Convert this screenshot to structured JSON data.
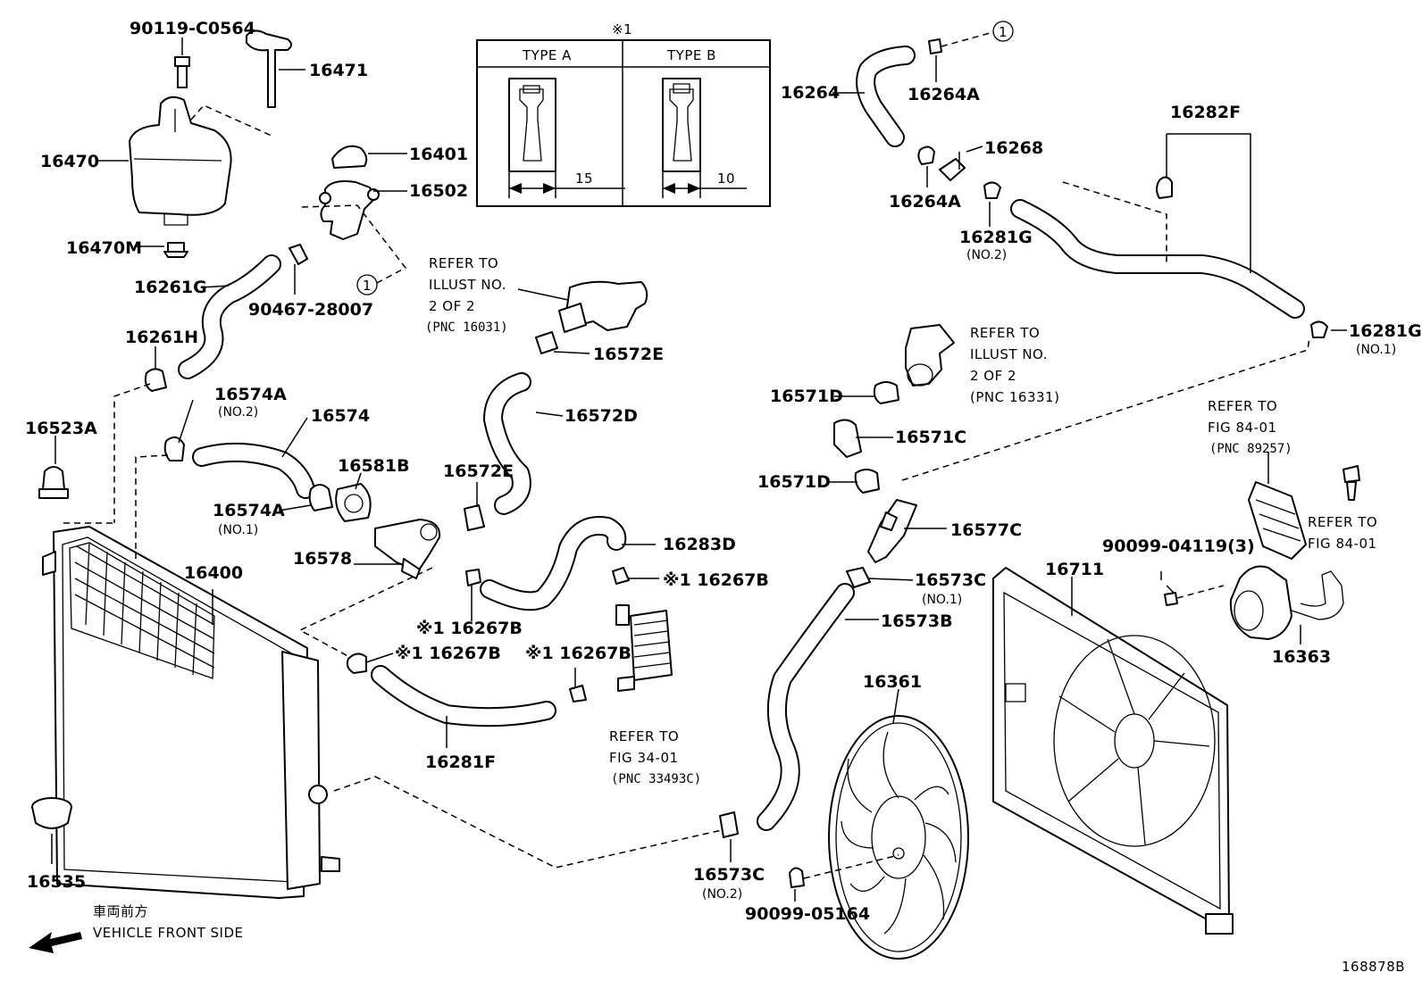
{
  "labels": {
    "p90119_C0564": "90119-C0564",
    "p16471": "16471",
    "p16470": "16470",
    "p16470M": "16470M",
    "p16401": "16401",
    "p16502": "16502",
    "p16261G": "16261G",
    "p90467_28007": "90467-28007",
    "p16261H": "16261H",
    "p16523A": "16523A",
    "p16574A_2": "16574A",
    "p16574A_2_sub": "(NO.2)",
    "p16574": "16574",
    "p16581B": "16581B",
    "p16574A_1": "16574A",
    "p16574A_1_sub": "(NO.1)",
    "p16578": "16578",
    "p16572E_top": "16572E",
    "p16572D": "16572D",
    "p16572E_mid": "16572E",
    "p16400": "16400",
    "p16283D": "16283D",
    "p16267B_a": "※1 16267B",
    "p16267B_b": "※1 16267B",
    "p16267B_c": "※1 16267B",
    "p16267B_d": "※1 16267B",
    "p16281F": "16281F",
    "p16535": "16535",
    "p16264": "16264",
    "p16264A_top": "16264A",
    "p16268": "16268",
    "p16264A_bot": "16264A",
    "p16281G_2": "16281G",
    "p16281G_2_sub": "(NO.2)",
    "p16282F": "16282F",
    "p16281G_1": "16281G",
    "p16281G_1_sub": "(NO.1)",
    "p16571D_top": "16571D",
    "p16571C": "16571C",
    "p16571D_bot": "16571D",
    "p16577C": "16577C",
    "p16573C_1": "16573C",
    "p16573C_1_sub": "(NO.1)",
    "p16573B": "16573B",
    "p16361": "16361",
    "p16711": "16711",
    "p90099_04119": "90099-04119(3)",
    "p16363": "16363",
    "p16573C_2": "16573C",
    "p16573C_2_sub": "(NO.2)",
    "p90099_05164": "90099-05164"
  },
  "notes": {
    "refer_16031": [
      "REFER TO",
      "ILLUST NO.",
      "2 OF 2",
      "(PNC 16031)"
    ],
    "refer_16331": [
      "REFER TO",
      "ILLUST NO.",
      "2 OF 2",
      "(PNC 16331)"
    ],
    "refer_89257": [
      "REFER TO",
      "FIG 84-01",
      "(PNC 89257)"
    ],
    "refer_84_01": [
      "REFER TO",
      "FIG 84-01"
    ],
    "refer_33493C": [
      "REFER TO",
      "FIG 34-01",
      "(PNC 33493C)"
    ]
  },
  "inset": {
    "marker": "※1",
    "type_a": "TYPE A",
    "type_b": "TYPE B",
    "dim_a": "15",
    "dim_b": "10"
  },
  "callout_number": "1",
  "vehicle_front": {
    "japanese": "車両前方",
    "english": "VEHICLE FRONT SIDE"
  },
  "diagram_id": "168878B"
}
